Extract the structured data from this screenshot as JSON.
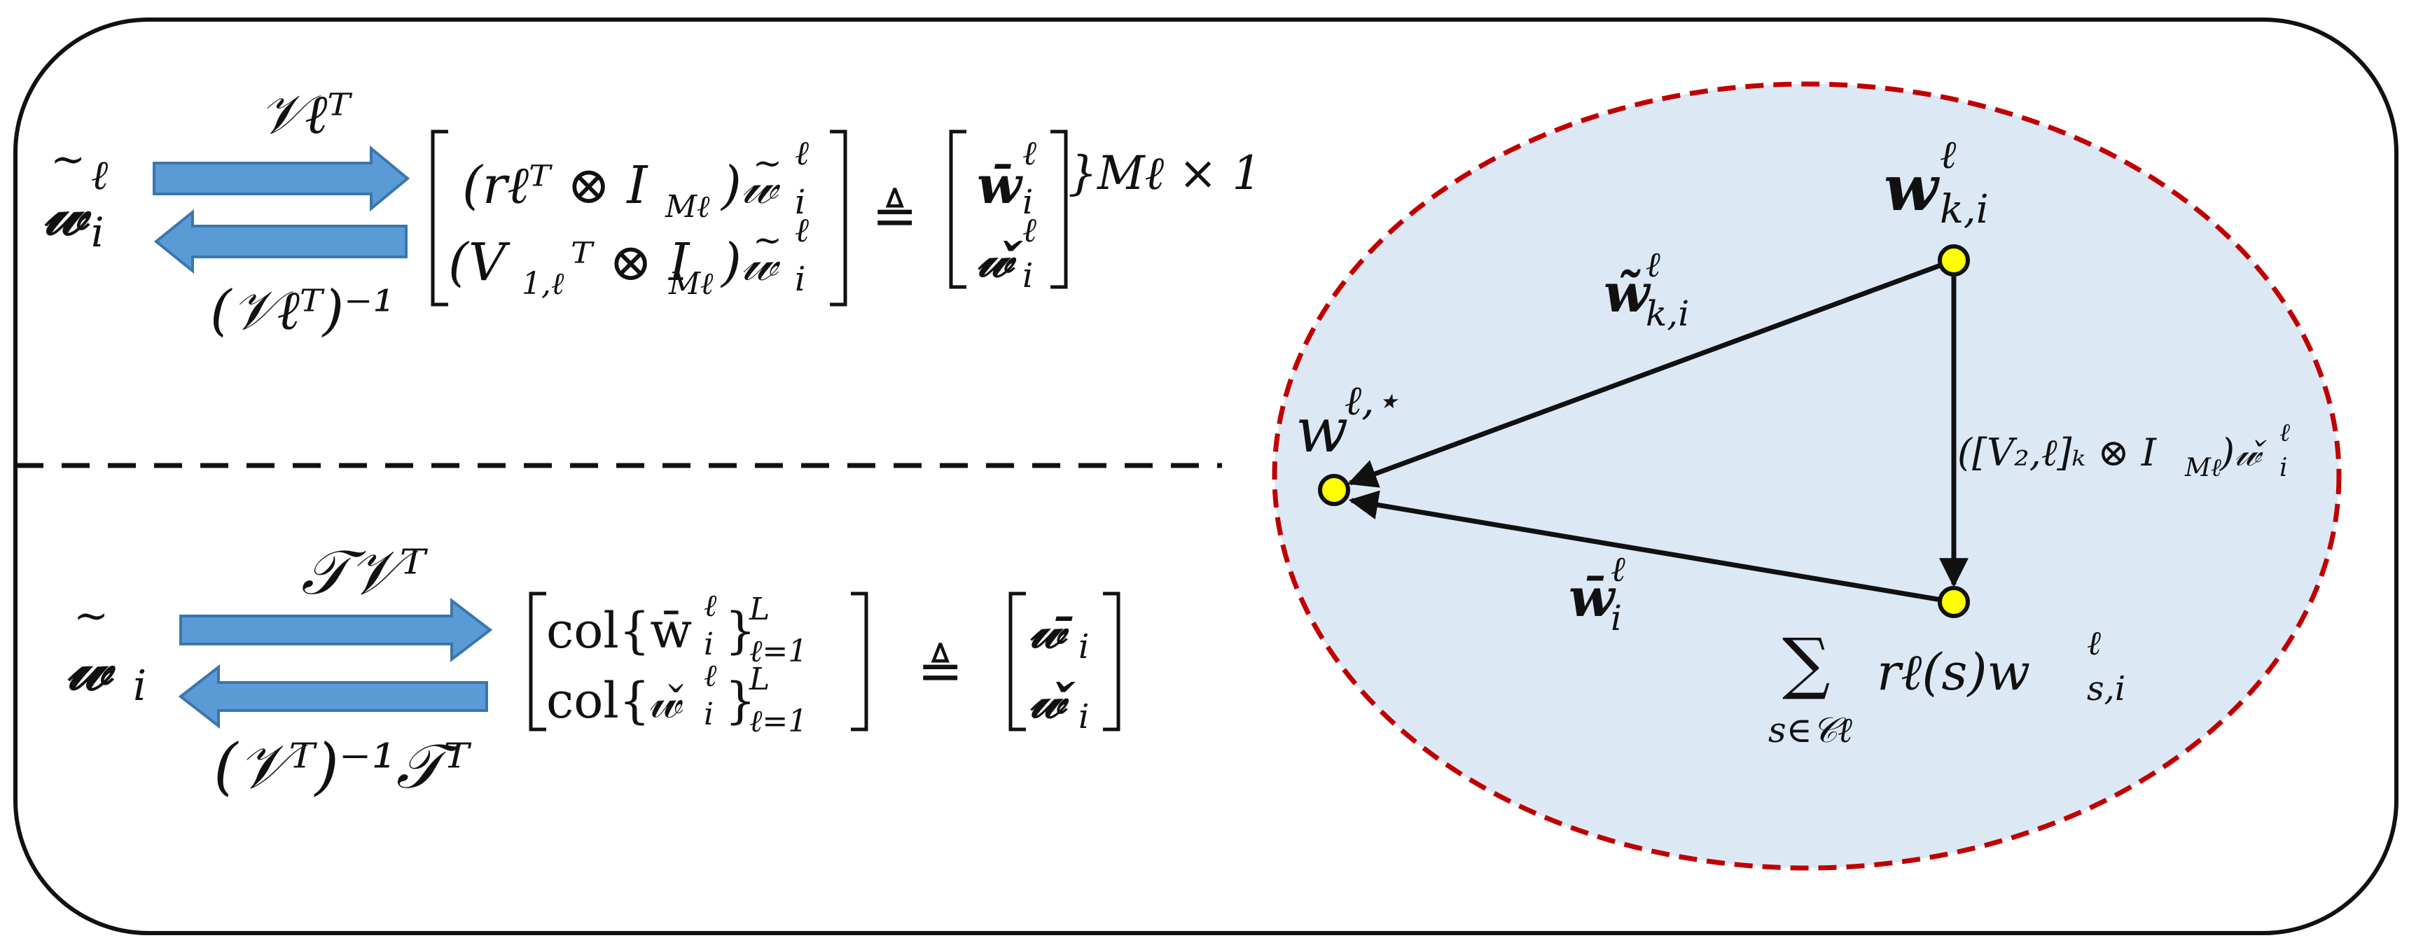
{
  "colors": {
    "frame": "#111111",
    "arrow_fill": "#5b9bd5",
    "arrow_stroke": "#3a76ae",
    "ellipse_fill": "#dde8f5",
    "ellipse_stroke": "#c00000",
    "node_fill": "#ffff00",
    "edge": "#111111"
  },
  "top": {
    "fwd_label": "𝒱ℓᵀ",
    "w_main": "𝓌",
    "w_sup": "ℓ",
    "w_sub": "i",
    "bwd_label": "(𝒱ℓᵀ)⁻¹",
    "row1": "(rℓᵀ ⊗ I",
    "row1_sub": "Mℓ",
    "row1_tail": ")𝓌",
    "row2": "(V",
    "row2_sub": "1,ℓ",
    "row2_mid": "ᵀ ⊗ I",
    "row2_tail": ")𝓌",
    "eqdef": "≜",
    "rhs_row1": "w̄",
    "rhs_row2": "𝓌̌",
    "rhs_brace": "}Mℓ × 1"
  },
  "bottom": {
    "fwd_label": "𝒯𝒱ᵀ",
    "bwd_label": "(𝒱ᵀ)⁻¹𝒯ᵀ",
    "w_main": "𝓌",
    "w_sub": "i",
    "row1": "col{w̄",
    "row1_tail": "}",
    "row2": "col{𝓌̌",
    "row2_tail": "}",
    "range_sup": "L",
    "range_sub": "ℓ=1",
    "eqdef": "≜",
    "rhs_row1": "𝓌̄",
    "rhs_row2": "𝓌̌",
    "rhs_sub": "i"
  },
  "right": {
    "node_star": "w",
    "node_star_sup": "ℓ,⋆",
    "node_k": "w",
    "node_k_sup": "ℓ",
    "node_k_sub": "k,i",
    "edge_k_star": "w̃",
    "edge_k_star_sup": "ℓ",
    "edge_k_star_sub": "k,i",
    "edge_vertical": "([V₂,ℓ]ₖ ⊗ I",
    "edge_vertical_sub": "Mℓ",
    "edge_vertical_tail": ")𝓌̌",
    "edge_vertical_sup": "ℓ",
    "edge_vertical_tail_sub": "i",
    "edge_bottom_star": "w̄",
    "edge_bottom_star_sup": "ℓ",
    "edge_bottom_star_sub": "i",
    "sum_symbol": "∑",
    "sum_range": "s∈𝒞ℓ",
    "sum_body": "rℓ(s)w",
    "sum_body_sup": "ℓ",
    "sum_body_sub": "s,i"
  }
}
